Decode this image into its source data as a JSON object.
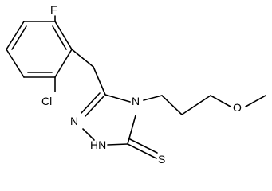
{
  "molecule": {
    "atoms": {
      "fluorine": "F",
      "chlorine": "Cl",
      "nitrogen_ring": "N",
      "nitrogen_substituted": "N",
      "nitrogen_h": "HN",
      "oxygen": "O",
      "sulfur": "S"
    },
    "colors": {
      "bond": "#000000",
      "text": "#000000",
      "background": "#ffffff"
    }
  }
}
